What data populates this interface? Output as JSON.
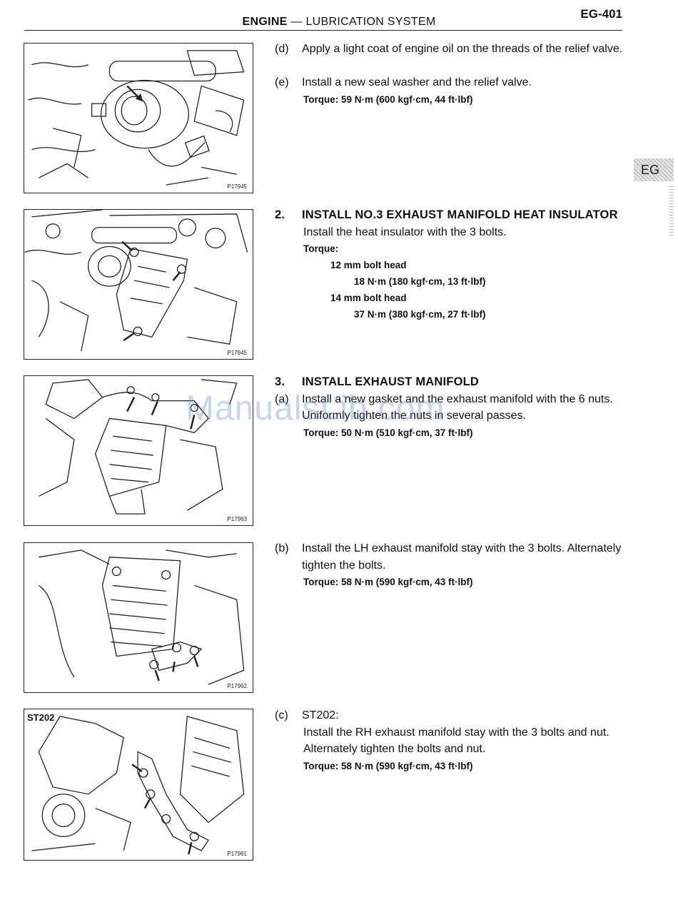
{
  "header": {
    "section": "ENGINE",
    "dash": "—",
    "subsection": "LUBRICATION SYSTEM",
    "page": "EG-401"
  },
  "side_tab": "EG",
  "watermark": "ManualsLib.com",
  "figures": [
    {
      "code": "P17945",
      "label": ""
    },
    {
      "code": "P17945",
      "label": ""
    },
    {
      "code": "P17963",
      "label": ""
    },
    {
      "code": "P17962",
      "label": ""
    },
    {
      "code": "P17961",
      "label": "ST202"
    }
  ],
  "steps": {
    "d": {
      "marker": "(d)",
      "text": "Apply a light coat of engine oil on the threads of the relief valve."
    },
    "e": {
      "marker": "(e)",
      "text": "Install a new seal washer and the relief valve.",
      "torque": "Torque: 59 N·m (600 kgf·cm, 44 ft·lbf)"
    },
    "s2": {
      "marker": "2.",
      "heading": "INSTALL NO.3 EXHAUST MANIFOLD HEAT INSULATOR",
      "text": "Install the heat insulator with the 3 bolts.",
      "torque_label": "Torque:",
      "bolt12": "12 mm bolt head",
      "bolt12_val": "18 N·m (180 kgf·cm, 13 ft·lbf)",
      "bolt14": "14 mm bolt head",
      "bolt14_val": "37 N·m (380 kgf·cm, 27 ft·lbf)"
    },
    "s3": {
      "marker": "3.",
      "heading": "INSTALL EXHAUST MANIFOLD"
    },
    "s3a": {
      "marker": "(a)",
      "text": "Install a new gasket and the exhaust manifold with the 6 nuts. Uniformly tighten the nuts in several passes.",
      "torque": "Torque: 50 N·m (510 kgf·cm, 37 ft·lbf)"
    },
    "s3b": {
      "marker": "(b)",
      "text": "Install the LH exhaust manifold stay with the 3 bolts. Alternately tighten the bolts.",
      "torque": "Torque: 58 N·m (590 kgf·cm, 43 ft·lbf)"
    },
    "s3c": {
      "marker": "(c)",
      "model": "ST202:",
      "text": "Install the RH exhaust manifold stay with the 3 bolts and nut. Alternately tighten the bolts and nut.",
      "torque": "Torque: 58 N·m (590 kgf·cm, 43 ft·lbf)"
    }
  }
}
